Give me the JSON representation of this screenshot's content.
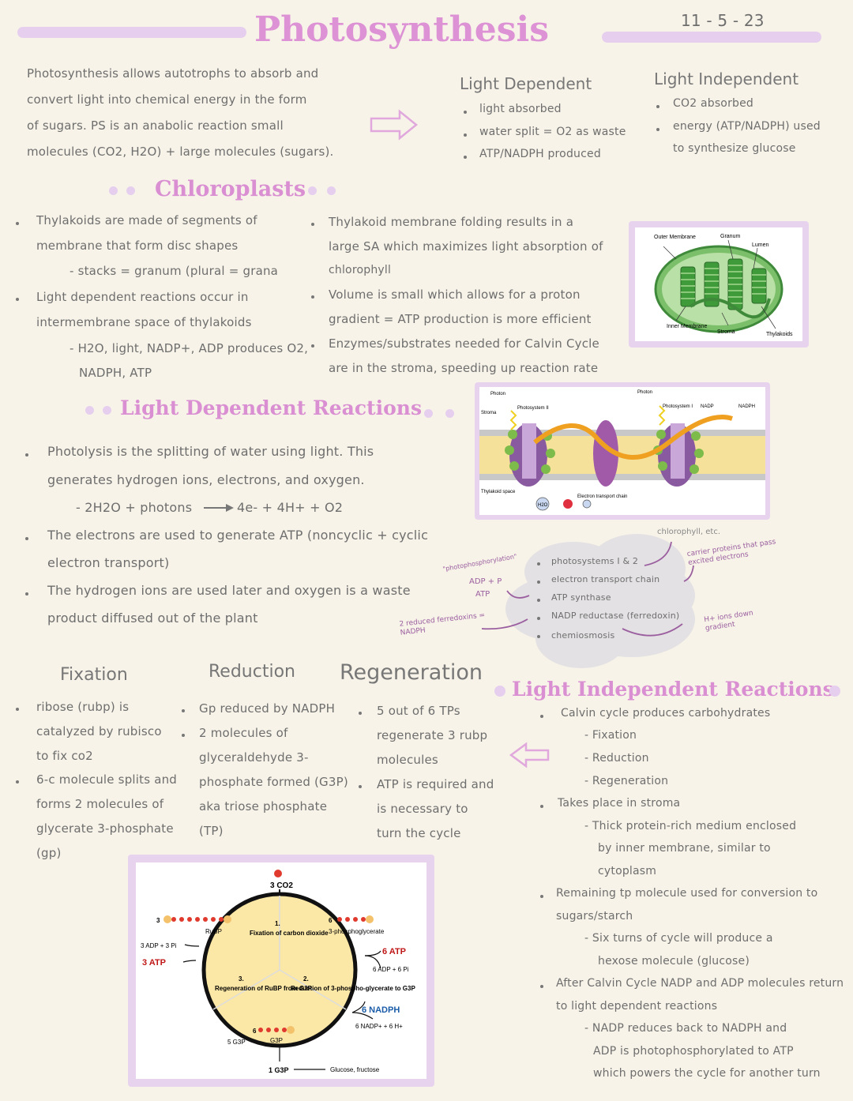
{
  "header": {
    "title": "Photosynthesis",
    "date": "11 - 5 - 23"
  },
  "intro": {
    "lines": [
      "Photosynthesis allows autotrophs to absorb and",
      "convert light into chemical energy in the form",
      "of sugars. PS is an anabolic reaction small",
      "molecules (CO2, H2O) + large molecules (sugars)."
    ]
  },
  "light_dependent_summary": {
    "heading": "Light Dependent",
    "items": [
      "light absorbed",
      "water split = O2 as waste",
      "ATP/NADPH produced"
    ]
  },
  "light_independent_summary": {
    "heading": "Light Independent",
    "items": [
      "CO2 absorbed",
      "energy (ATP/NADPH) used",
      "to synthesize glucose"
    ]
  },
  "chloroplasts": {
    "title": "Chloroplasts",
    "left": [
      "Thylakoids are made of segments of",
      "membrane that form disc shapes",
      "- stacks = granum (plural = grana",
      "Light dependent reactions occur in",
      "intermembrane space of thylakoids",
      "- H2O, light, NADP+, ADP produces O2,",
      "NADPH, ATP"
    ],
    "right": [
      "Thylakoid membrane folding results in a",
      "large SA which maximizes light absorption of",
      "chlorophyll",
      "Volume is small which allows for a proton",
      "gradient = ATP production is more efficient",
      "Enzymes/substrates needed for Calvin Cycle",
      "are in the stroma, speeding up reaction rate"
    ],
    "diagram_labels": {
      "outer": "Outer Membrane",
      "granum": "Granum",
      "lumen": "Lumen",
      "inner": "Inner Membrane",
      "stroma": "Stroma",
      "thylakoids": "Thylakoids"
    }
  },
  "ldr": {
    "title": "Light Dependent Reactions",
    "lines": [
      "Photolysis is the splitting of water using light. This",
      "generates hydrogen ions, electrons, and oxygen.",
      "- 2H2O + photons",
      "4e- + 4H+ + O2",
      "The electrons are used to generate ATP (noncyclic + cyclic",
      "electron transport)",
      "The hydrogen ions are used later and oxygen is a waste",
      "product diffused out of the plant"
    ],
    "diagram_labels": {
      "photon1": "Photon",
      "photon2": "Photon",
      "stroma": "Stroma",
      "ps2": "Photosystem II",
      "ps1": "Photosystem I",
      "nadp": "NADP",
      "nadph": "NADPH",
      "thylakoid": "Thylakoid space",
      "etc": "Electron transport chain",
      "h2o": "H2O"
    },
    "cloud": {
      "items": [
        "photosystems I & 2",
        "electron transport chain",
        "ATP synthase",
        "NADP reductase (ferredoxin)",
        "chemiosmosis"
      ],
      "annotations": {
        "chlorophyll": "chlorophyll, etc.",
        "carrier": "carrier proteins that pass excited electrons",
        "photophos": "\"photophosphorylation\"",
        "adp": "ADP + P",
        "atp": "ATP",
        "ferredoxins": "2 reduced ferredoxins = NADPH",
        "hions": "H+ ions down gradient"
      }
    }
  },
  "calvin": {
    "fixation": {
      "heading": "Fixation",
      "lines": [
        "ribose (rubp) is",
        "catalyzed by rubisco",
        "to fix co2",
        "6-c molecule splits and",
        "forms 2 molecules of",
        "glycerate 3-phosphate",
        "(gp)"
      ]
    },
    "reduction": {
      "heading": "Reduction",
      "lines": [
        "Gp reduced by NADPH",
        "2 molecules of",
        "glyceraldehyde 3-",
        "phosphate formed (G3P)",
        "aka triose phosphate",
        "(TP)"
      ]
    },
    "regeneration": {
      "heading": "Regeneration",
      "lines": [
        "5 out of 6 TPs",
        "regenerate 3 rubp",
        "molecules",
        "ATP is required and",
        "is necessary to",
        "turn the cycle"
      ]
    }
  },
  "lir": {
    "title": "Light Independent Reactions",
    "lines": [
      "Calvin cycle produces carbohydrates",
      "- Fixation",
      "- Reduction",
      "- Regeneration",
      "Takes place in stroma",
      "- Thick protein-rich medium enclosed",
      "by inner membrane, similar to",
      "cytoplasm",
      "Remaining tp molecule used for conversion to",
      "sugars/starch",
      "- Six turns of cycle will produce a",
      "hexose molecule (glucose)",
      "After Calvin Cycle NADP and ADP molecules return",
      "to light dependent reactions",
      "- NADP reduces back to NADPH and",
      "ADP is photophosphorylated to ATP",
      "which powers the cycle for another turn"
    ]
  },
  "cycle_diagram": {
    "co2": "3 CO2",
    "rubp_count": "3",
    "rubp": "RuBP",
    "adp": "3 ADP + 3 Pi",
    "atp3": "3 ATP",
    "fix_num": "1.",
    "fix": "Fixation of carbon dioxide",
    "pga_count": "6",
    "pga": "3-phosphoglycerate",
    "atp6": "6 ATP",
    "adp6": "6 ADP + 6 Pi",
    "red_num": "2.",
    "red": "Reduction of 3-phospho-glycerate to G3P",
    "regen_num": "3.",
    "regen": "Regeneration of RuBP from G3P",
    "nadph": "6 NADPH",
    "nadp": "6 NADP+ + 6 H+",
    "g3p5": "5 G3P",
    "g3p_count": "6",
    "g3p": "G3P",
    "g3p1": "1 G3P",
    "glucose": "Glucose, fructose"
  }
}
